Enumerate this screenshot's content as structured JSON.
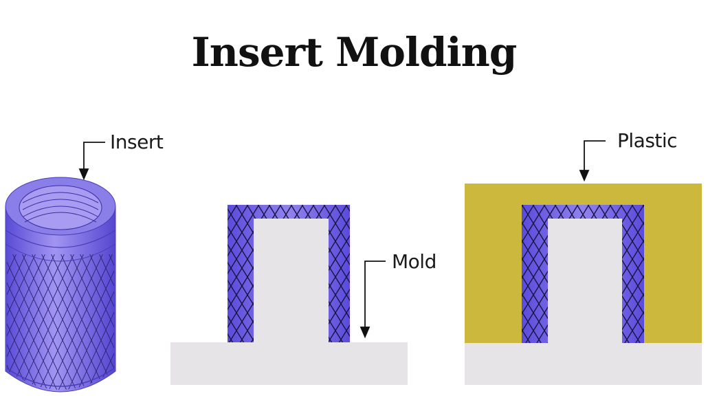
{
  "title": "Insert Molding",
  "labels": {
    "insert": "Insert",
    "mold": "Mold",
    "plastic": "Plastic"
  },
  "colors": {
    "insert_purple": "#6a5ae0",
    "insert_light": "#9c8ff0",
    "mold_gray": "#e6e4e6",
    "plastic_yellow": "#cdb83e",
    "knurl_line": "#1a1440"
  },
  "panels": [
    {
      "name": "insert-part",
      "label": "Insert"
    },
    {
      "name": "insert-in-mold",
      "label": "Mold"
    },
    {
      "name": "overmolded-part",
      "label": "Plastic"
    }
  ]
}
